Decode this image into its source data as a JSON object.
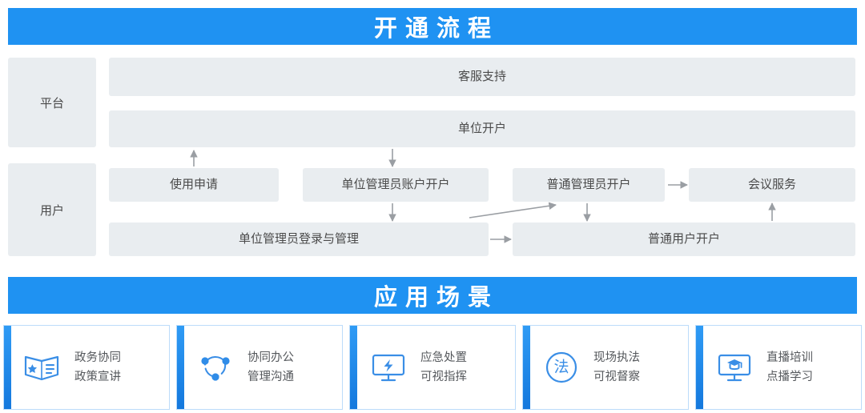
{
  "sections": {
    "flow_title": "开通流程",
    "scene_title": "应用场景"
  },
  "colors": {
    "header_blue": "#1f92f2",
    "box_gray": "#e9edf0",
    "box_text": "#4a4a4a",
    "card_border": "#bcdcfa",
    "card_accent": "#2f9bf5",
    "icon_blue": "#3a8ee6"
  },
  "flow": {
    "lanes": [
      {
        "label": "平台"
      },
      {
        "label": "用户"
      }
    ],
    "platform_boxes": [
      {
        "label": "客服支持"
      },
      {
        "label": "单位开户"
      }
    ],
    "user_row1": [
      {
        "label": "使用申请"
      },
      {
        "label": "单位管理员账户开户"
      },
      {
        "label": "普通管理员开户"
      },
      {
        "label": "会议服务"
      }
    ],
    "user_row2": [
      {
        "label": "单位管理员登录与管理"
      },
      {
        "label": "普通用户开户"
      }
    ]
  },
  "scenarios": [
    {
      "icon": "book-star-icon",
      "line1": "政务协同",
      "line2": "政策宣讲"
    },
    {
      "icon": "network-nodes-icon",
      "line1": "协同办公",
      "line2": "管理沟通"
    },
    {
      "icon": "monitor-bolt-icon",
      "line1": "应急处置",
      "line2": "可视指挥"
    },
    {
      "icon": "law-circle-icon",
      "line1": "现场执法",
      "line2": "可视督察",
      "glyph": "法"
    },
    {
      "icon": "monitor-graduation-icon",
      "line1": "直播培训",
      "line2": "点播学习"
    }
  ]
}
